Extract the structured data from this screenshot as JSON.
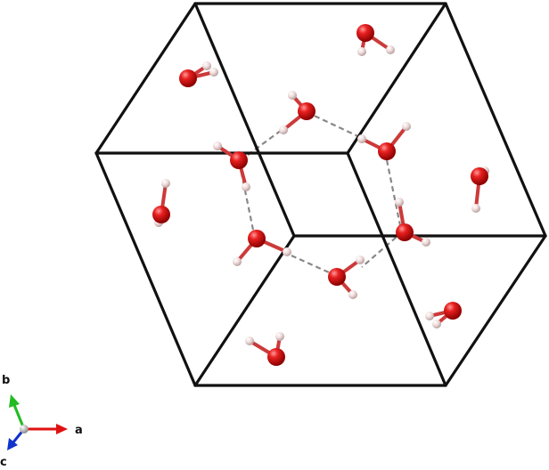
{
  "structure": {
    "edge_color": "#111111",
    "oxygen_color": "#e01010",
    "hydrogen_color": "#f2dede",
    "hbond_color": "#888888"
  },
  "axes": {
    "a": {
      "label": "a",
      "color": "#e01010"
    },
    "b": {
      "label": "b",
      "color": "#22bb22"
    },
    "c": {
      "label": "c",
      "color": "#1133cc"
    },
    "origin_color": "#aaaaaa"
  }
}
